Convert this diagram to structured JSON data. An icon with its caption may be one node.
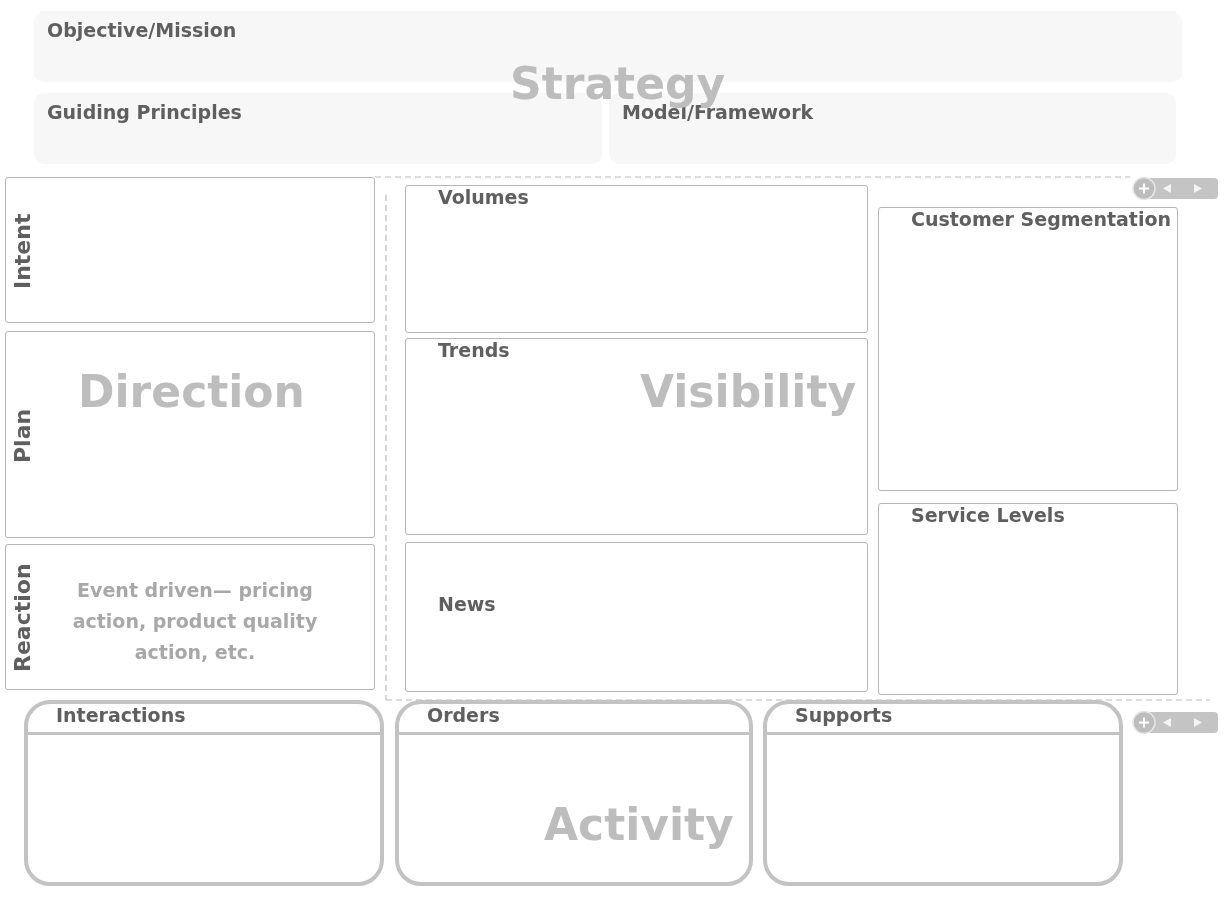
{
  "diagram": {
    "nodes": [
      {
        "text": [
          "Objective/Mission"
        ]
      },
      {
        "text": [
          "Guiding Principles"
        ]
      },
      {
        "text": [
          "Model/Framework"
        ]
      },
      {
        "text": [
          "Intent"
        ]
      },
      {
        "text": [
          "Plan"
        ]
      },
      {
        "text": [
          "Reaction",
          "Event driven— pricing action, product quality action, etc."
        ]
      },
      {
        "text": [
          "Volumes"
        ]
      },
      {
        "text": [
          "Trends"
        ]
      },
      {
        "text": [
          "News"
        ]
      },
      {
        "text": [
          "Customer Segmentation"
        ]
      },
      {
        "text": [
          "Service Levels"
        ]
      },
      {
        "text": [
          "Interactions"
        ]
      },
      {
        "text": [
          "Orders"
        ]
      },
      {
        "text": [
          "Supports"
        ]
      }
    ],
    "edges": [],
    "labels": [
      "Strategy",
      "Direction",
      "Visibility",
      "Activity"
    ]
  }
}
